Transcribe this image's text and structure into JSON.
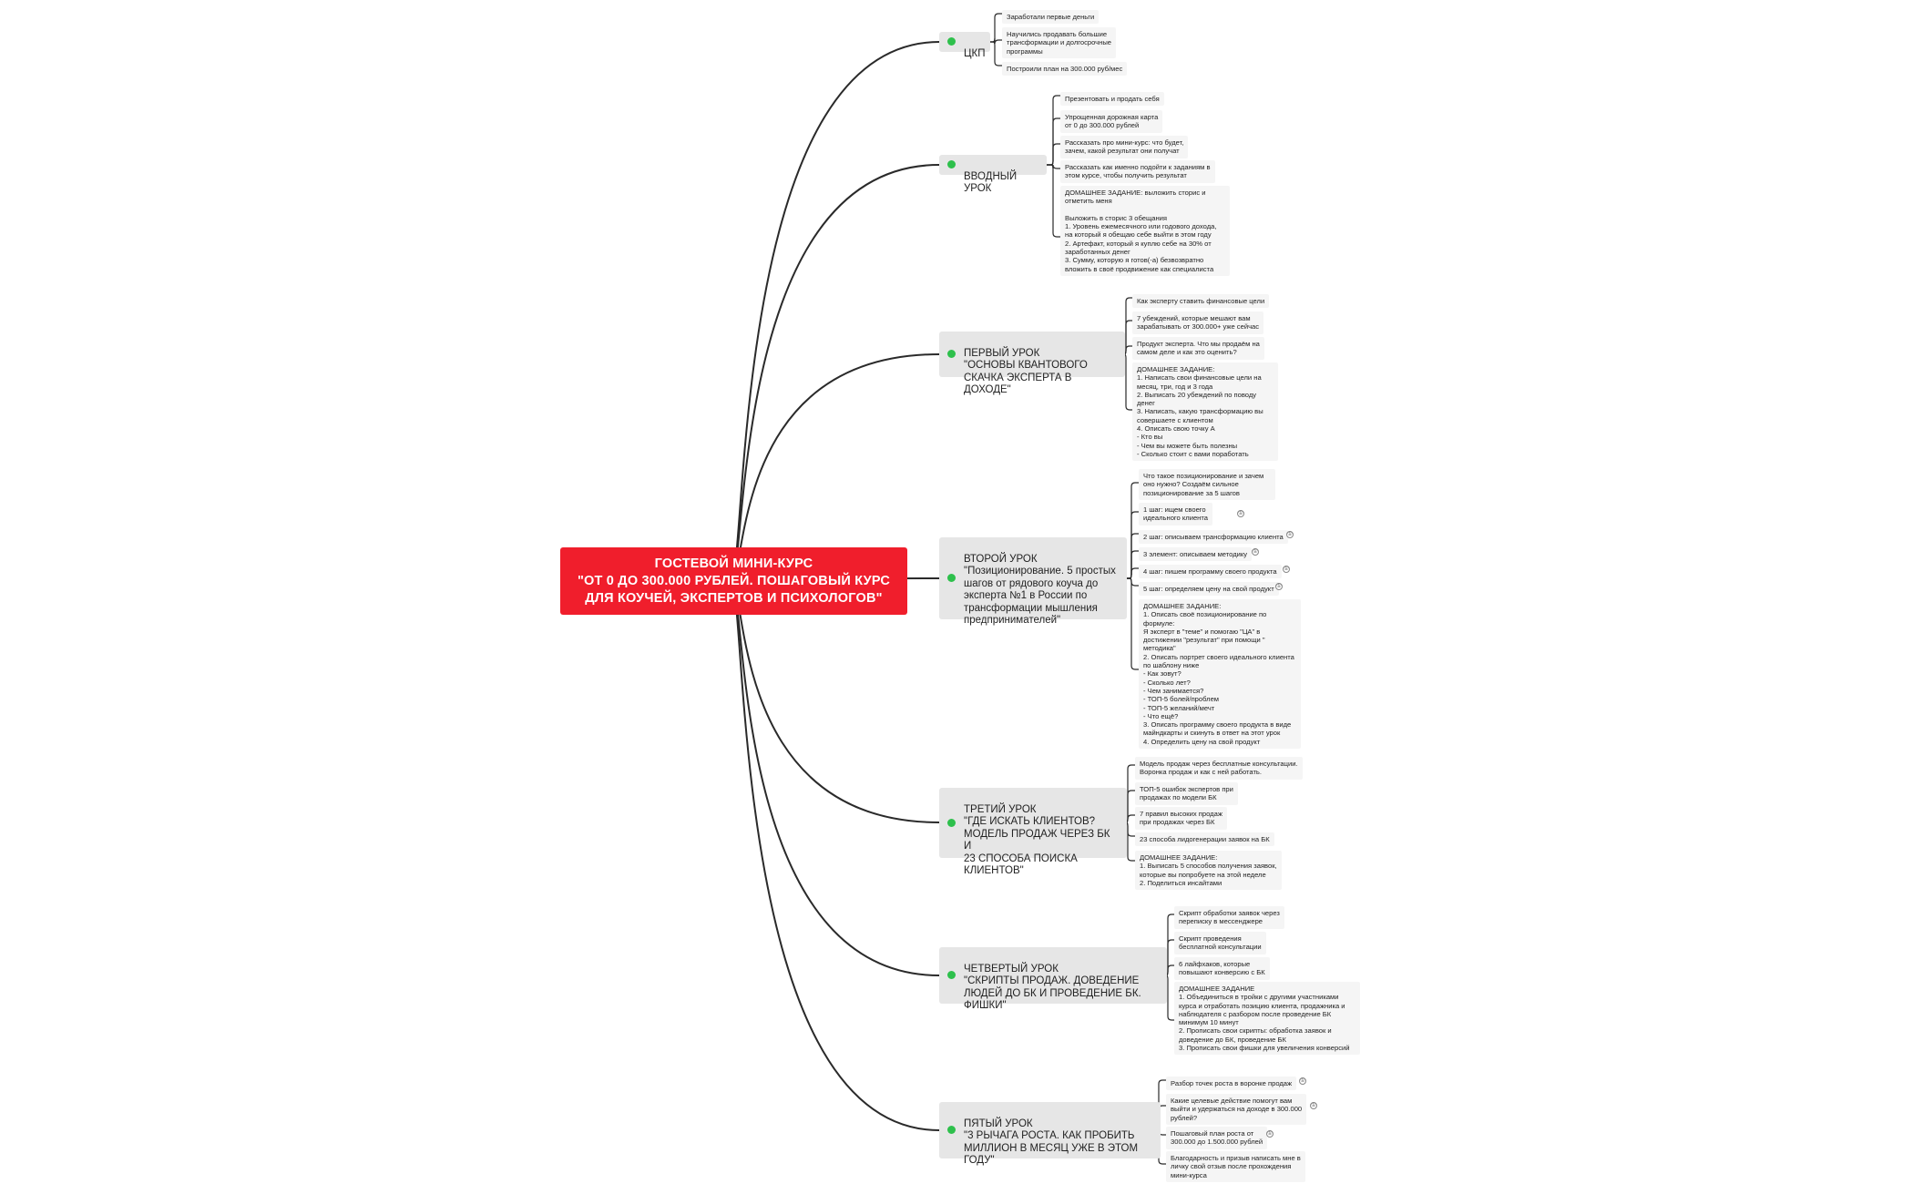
{
  "root": {
    "title": "ГОСТЕВОЙ МИНИ-КУРС\n\"ОТ 0 ДО 300.000 РУБЛЕЙ. ПОШАГОВЫЙ КУРС\nДЛЯ КОУЧЕЙ, ЭКСПЕРТОВ И ПСИХОЛОГОВ\""
  },
  "colors": {
    "root": "#f01e2c",
    "branch": "#e6e6e6",
    "leaf": "#f5f5f5",
    "dot": "#2ec04c",
    "line": "#2a2a2a"
  },
  "branches": [
    {
      "label": "ЦКП",
      "leaves": [
        {
          "text": "Заработали первые деньги"
        },
        {
          "text": "Научились продавать большие\nтрансформации и долгосрочные\nпрограммы"
        },
        {
          "text": "Построили план на 300.000 руб/мес"
        }
      ]
    },
    {
      "label": "ВВОДНЫЙ УРОК",
      "leaves": [
        {
          "text": "Презентовать и продать себя"
        },
        {
          "text": "Упрощенная дорожная карта\nот 0 до 300.000 рублей"
        },
        {
          "text": "Рассказать про мини-курс: что будет,\nзачем, какой результат они получат"
        },
        {
          "text": "Рассказать как именно подойти к заданиям в\nэтом курсе, чтобы получить результат"
        },
        {
          "text": "ДОМАШНЕЕ ЗАДАНИЕ: выложить сторис и\nотметить меня\n\nВыложить в сторис 3 обещания\n1. Уровень ежемесячного или годового дохода,\nна который я обещаю себе выйти в этом году\n2. Артефакт, который я куплю себе на 30% от\nзаработанных денег\n3. Сумму, которую я готов(-а) безвозвратно\nвложить в своё продвижение как специалиста"
        }
      ]
    },
    {
      "label": "ПЕРВЫЙ УРОК\n\"ОСНОВЫ КВАНТОВОГО\nСКАЧКА ЭКСПЕРТА В ДОХОДЕ\"",
      "leaves": [
        {
          "text": "Как эксперту ставить финансовые цели"
        },
        {
          "text": "7 убеждений, которые мешают вам\nзарабатывать от 300.000+ уже сейчас"
        },
        {
          "text": "Продукт эксперта. Что мы продаём на\nсамом деле и как это оценить?"
        },
        {
          "text": "ДОМАШНЕЕ ЗАДАНИЕ:\n1. Написать свои финансовые цели на\nмесяц, три, год и 3 года\n2. Выписать 20 убеждений по поводу денег\n3. Написать, какую трансформацию вы\nсовершаете с клиентом\n4. Описать свою точку А\n- Кто вы\n- Чем вы можете быть полезны\n- Сколько стоит с вами поработать"
        }
      ]
    },
    {
      "label": "ВТОРОЙ УРОК\n\"Позиционирование. 5 простых\nшагов от рядового коуча до\nэксперта №1 в России по\nтрансформации мышления\nпредпринимателей\"",
      "leaves": [
        {
          "text": "Что такое позиционирование и зачем\nоно нужно? Создаём сильное\nпозиционирование за 5 шагов"
        },
        {
          "text": "1 шаг: ищем своего\nидеального клиента",
          "badge": "①"
        },
        {
          "text": "2 шаг: описываем трансформацию клиента",
          "badge": "①"
        },
        {
          "text": "3 элемент: описываем методику",
          "badge": "①"
        },
        {
          "text": "4 шаг: пишем программу своего продукта",
          "badge": "①"
        },
        {
          "text": "5 шаг: определяем цену на свой продукт",
          "badge": "①"
        },
        {
          "text": "ДОМАШНЕЕ ЗАДАНИЕ:\n1. Описать своё позиционирование по формуле:\nЯ эксперт в \"теме\" и помогаю \"ЦА\" в\nдостижении \"результат\" при помощи \"\nметодика\"\n2. Описать портрет своего идеального клиента\nпо шаблону ниже\n- Как зовут?\n- Сколько лет?\n- Чем занимается?\n- ТОП-5 болей/проблем\n- ТОП-5 желаний/мечт\n- Что ещё?\n3. Описать программу своего продукта в виде\nмайндкарты и скинуть в ответ на этот урок\n4. Определить цену на свой продукт"
        }
      ]
    },
    {
      "label": "ТРЕТИЙ УРОК\n\"ГДЕ ИСКАТЬ КЛИЕНТОВ?\nМОДЕЛЬ ПРОДАЖ ЧЕРЕЗ БК И\n23 СПОСОБА ПОИСКА\nКЛИЕНТОВ\"",
      "leaves": [
        {
          "text": "Модель продаж через бесплатные консультации.\nВоронка продаж и как с ней работать."
        },
        {
          "text": "ТОП-5 ошибок экспертов при\nпродажах по модели БК"
        },
        {
          "text": "7 правил высоких продаж\nпри продажах через БК"
        },
        {
          "text": "23 способа лидогенерации заявок на БК"
        },
        {
          "text": "ДОМАШНЕЕ ЗАДАНИЕ:\n1. Выписать 5 способов получения заявок,\nкоторые вы попробуете на этой неделе\n2. Поделиться инсайтами"
        }
      ]
    },
    {
      "label": "ЧЕТВЕРТЫЙ УРОК\n\"СКРИПТЫ ПРОДАЖ. ДОВЕДЕНИЕ\nЛЮДЕЙ ДО БК И ПРОВЕДЕНИЕ БК.\nФИШКИ\"",
      "leaves": [
        {
          "text": "Скрипт обработки заявок через\nпереписку в мессенджере"
        },
        {
          "text": "Скрипт проведения\nбесплатной консультации"
        },
        {
          "text": "6 лайфхаков, которые\nповышают конверсию с БК"
        },
        {
          "text": "ДОМАШНЕЕ ЗАДАНИЕ\n1. Объединиться в тройки с другими участниками\nкурса и отработать позицию клиента, продажника и\nнаблюдателя с разбором после проведение БК\nминимум 10 минут\n2. Прописать свои скрипты: обработка заявок и\nдоведение до БК, проведение БК\n3. Прописать свои фишки для увеличения конверсий"
        }
      ]
    },
    {
      "label": "ПЯТЫЙ УРОК\n\"3 РЫЧАГА РОСТА. КАК ПРОБИТЬ\nМИЛЛИОН В МЕСЯЦ УЖЕ В ЭТОМ\nГОДУ\"",
      "leaves": [
        {
          "text": "Разбор точек роста в воронке продаж",
          "badge": "①"
        },
        {
          "text": "Какие целевые действие помогут вам\nвыйти и удержаться на доходе в 300.000\nрублей?",
          "badge": "①"
        },
        {
          "text": "Пошаговый план роста от\n300.000 до 1.500.000 рублей",
          "badge": "①"
        },
        {
          "text": "Благодарность и призыв написать мне в\nличку свой отзыв после прохождения\nмини-курса"
        }
      ]
    }
  ]
}
